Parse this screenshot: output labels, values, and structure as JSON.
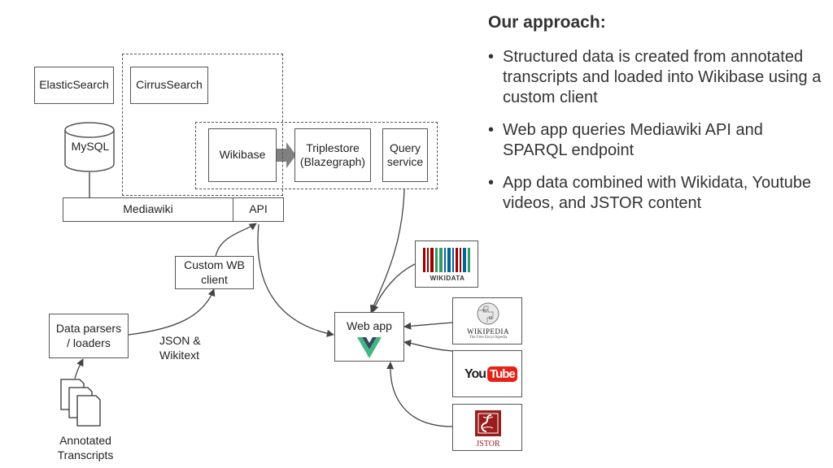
{
  "diagram": {
    "elasticsearch": "ElasticSearch",
    "cirrussearch": "CirrusSearch",
    "mysql": "MySQL",
    "wikibase": "Wikibase",
    "triplestore": "Triplestore (Blazegraph)",
    "query_service": "Query service",
    "mediawiki": "Mediawiki",
    "api": "API",
    "custom_wb_client": "Custom WB client",
    "data_parsers": "Data parsers / loaders",
    "json_wikitext": "JSON & Wikitext",
    "annotated_transcripts": "Annotated Transcripts",
    "web_app": "Web app"
  },
  "logos": {
    "wikidata": "WIKIDATA",
    "wikipedia": "WIKIPEDIA",
    "wikipedia_tagline": "The Free Encyclopedia",
    "youtube_you": "You",
    "youtube_tube": "Tube",
    "jstor": "JSTOR"
  },
  "approach": {
    "title": "Our approach:",
    "bullets": [
      "Structured data is created from annotated transcripts and loaded into Wikibase using a custom client",
      "Web app queries Mediawiki API and SPARQL endpoint",
      "App data combined with Wikidata, Youtube videos, and JSTOR content"
    ]
  },
  "colors": {
    "vue_green": "#41b883",
    "vue_dark": "#35495e",
    "youtube_red": "#e62117",
    "jstor_red": "#9b1c1c",
    "wikidata_red": "#990000",
    "wikidata_green": "#339966",
    "wikidata_blue": "#006699",
    "line_gray": "#555555",
    "arrow_gray": "#777777"
  }
}
